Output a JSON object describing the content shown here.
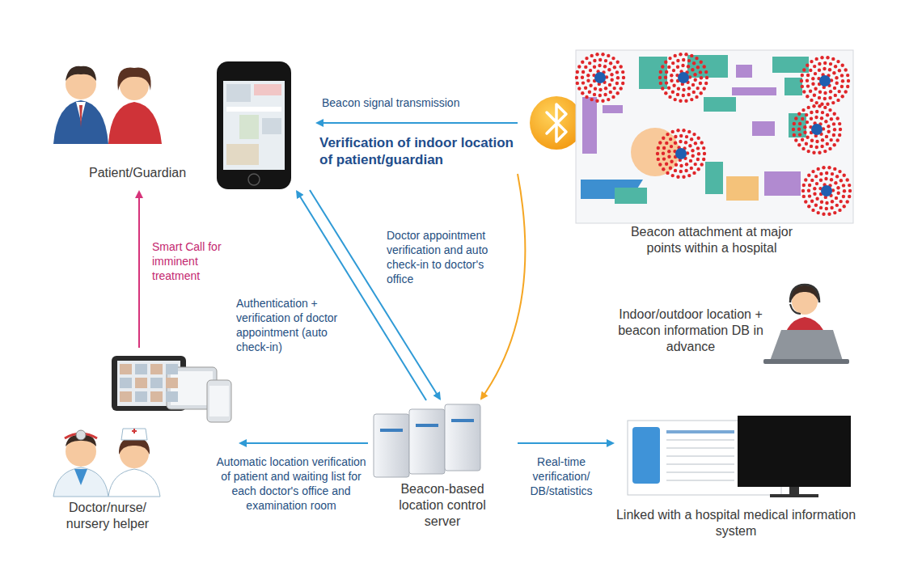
{
  "diagram": {
    "nodes": [
      {
        "text": [
          "Patient/Guardian"
        ]
      },
      {
        "text": [
          "Beacon attachment at major points within a hospital"
        ]
      },
      {
        "text": [
          "Indoor/outdoor location + beacon information DB in advance"
        ]
      },
      {
        "text": [
          "Beacon-based location control server"
        ]
      },
      {
        "text": [
          "Doctor/nurse/ nursery helper"
        ]
      },
      {
        "text": [
          "Linked with a hospital medical information system"
        ]
      }
    ],
    "edges": [
      {
        "from": 1,
        "to": 0,
        "label": "Beacon signal transmission",
        "arrow": "to"
      },
      {
        "from": 0,
        "to": 3,
        "label": "Doctor appointment verification and auto check-in to doctor's office",
        "arrow": "to"
      },
      {
        "from": 3,
        "to": 0,
        "label": "Authentication + verification of doctor appointment (auto check-in)",
        "arrow": "to"
      },
      {
        "from": 1,
        "to": 3,
        "arrow": "to"
      },
      {
        "from": 4,
        "to": 0,
        "label": "Smart Call for imminent treatment",
        "arrow": "to"
      },
      {
        "from": 3,
        "to": 4,
        "label": "Automatic location verification of patient and waiting list for each doctor's office and examination room",
        "arrow": "to"
      },
      {
        "from": 3,
        "to": 5,
        "label": "Real-time verification/ DB/statistics",
        "arrow": "to"
      }
    ],
    "labels": [
      "Verification of indoor location of patient/guardian"
    ]
  }
}
